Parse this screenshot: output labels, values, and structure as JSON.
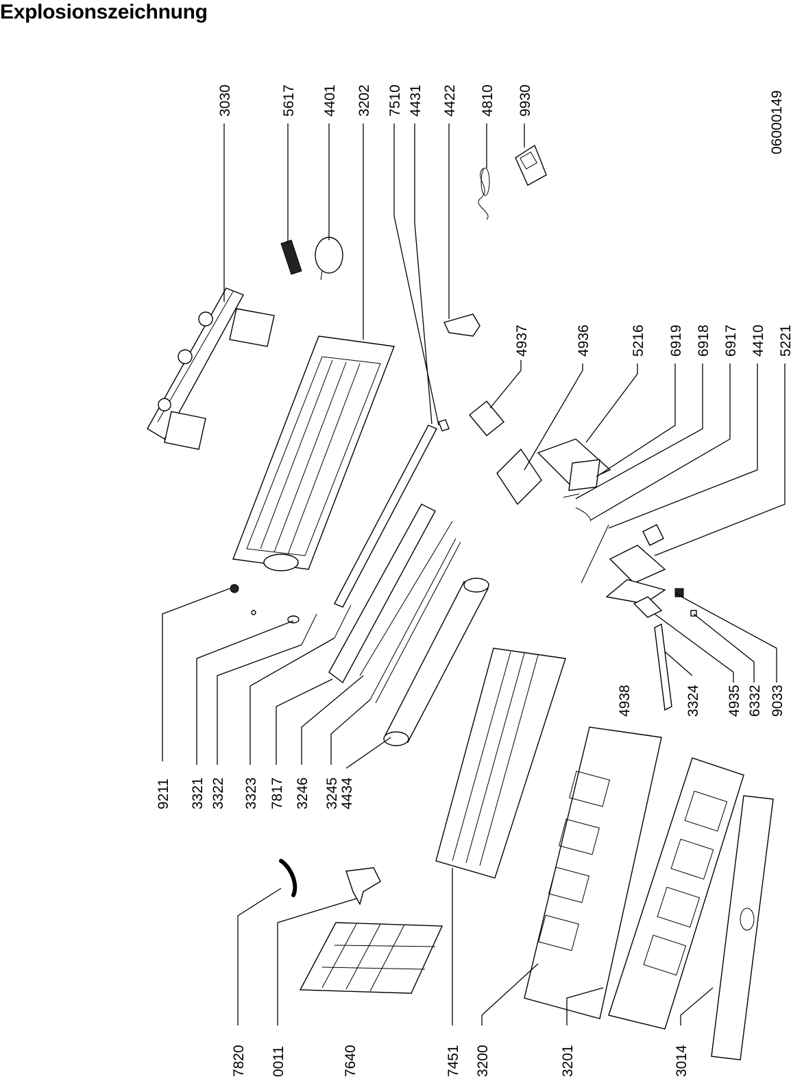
{
  "title": "Explosionszeichnung",
  "drawing_number": "06000149",
  "parts": [
    {
      "id": "p3030",
      "number": "3030"
    },
    {
      "id": "p5617",
      "number": "5617"
    },
    {
      "id": "p4401",
      "number": "4401"
    },
    {
      "id": "p3202",
      "number": "3202"
    },
    {
      "id": "p7510",
      "number": "7510"
    },
    {
      "id": "p4431",
      "number": "4431"
    },
    {
      "id": "p4422",
      "number": "4422"
    },
    {
      "id": "p4810",
      "number": "4810"
    },
    {
      "id": "p9930",
      "number": "9930"
    },
    {
      "id": "p4937",
      "number": "4937"
    },
    {
      "id": "p4936",
      "number": "4936"
    },
    {
      "id": "p5216",
      "number": "5216"
    },
    {
      "id": "p6919",
      "number": "6919"
    },
    {
      "id": "p6918",
      "number": "6918"
    },
    {
      "id": "p6917",
      "number": "6917"
    },
    {
      "id": "p4410",
      "number": "4410"
    },
    {
      "id": "p5221",
      "number": "5221"
    },
    {
      "id": "p9211",
      "number": "9211"
    },
    {
      "id": "p3321",
      "number": "3321"
    },
    {
      "id": "p3322",
      "number": "3322"
    },
    {
      "id": "p3323",
      "number": "3323"
    },
    {
      "id": "p7817",
      "number": "7817"
    },
    {
      "id": "p3246",
      "number": "3246"
    },
    {
      "id": "p3245",
      "number": "3245"
    },
    {
      "id": "p4434",
      "number": "4434"
    },
    {
      "id": "p4938",
      "number": "4938"
    },
    {
      "id": "p3324",
      "number": "3324"
    },
    {
      "id": "p4935",
      "number": "4935"
    },
    {
      "id": "p6332",
      "number": "6332"
    },
    {
      "id": "p9033",
      "number": "9033"
    },
    {
      "id": "p7820",
      "number": "7820"
    },
    {
      "id": "p0011",
      "number": "0011"
    },
    {
      "id": "p7640",
      "number": "7640"
    },
    {
      "id": "p7451",
      "number": "7451"
    },
    {
      "id": "p3200",
      "number": "3200"
    },
    {
      "id": "p3201",
      "number": "3201"
    },
    {
      "id": "p3014",
      "number": "3014"
    }
  ]
}
